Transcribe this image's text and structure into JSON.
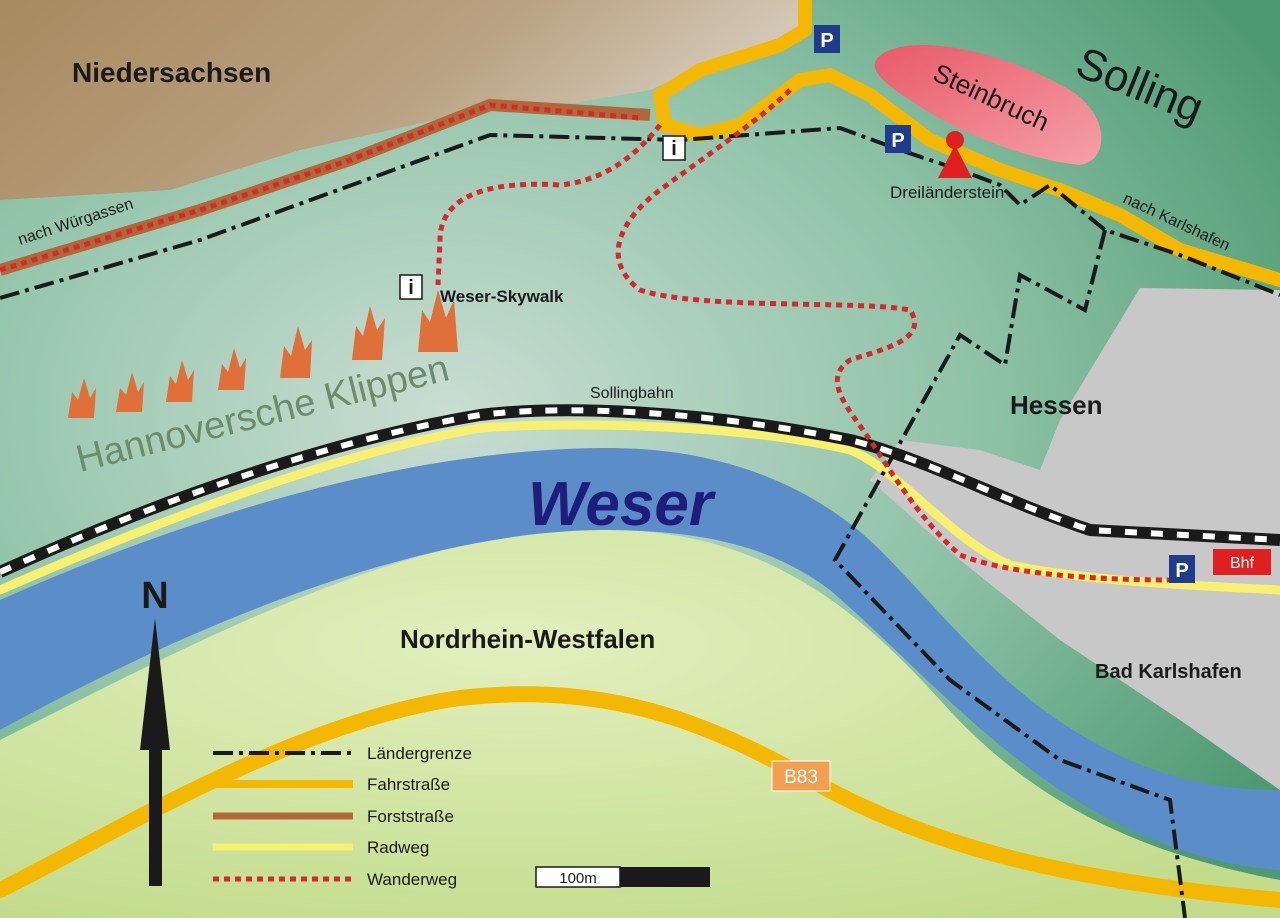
{
  "regions": {
    "niedersachsen": "Niedersachsen",
    "solling": "Solling",
    "hessen": "Hessen",
    "nrw": "Nordrhein-Westfalen",
    "bad_karlshafen": "Bad Karlshafen"
  },
  "river": {
    "name": "Weser"
  },
  "places": {
    "steinbruch": "Steinbruch",
    "dreilaenderstein": "Dreiländerstein",
    "skywalk": "Weser-Skywalk",
    "klippen": "Hannoversche Klippen"
  },
  "roads": {
    "nach_wuergassen": "nach Würgassen",
    "nach_karlshafen": "nach Karlshafen",
    "sollingbahn": "Sollingbahn",
    "b83": "B83"
  },
  "symbols": {
    "parking": "P",
    "info": "i",
    "station": "Bhf",
    "north": "N"
  },
  "legend": {
    "items": [
      {
        "label": "Ländergrenze",
        "style": "border"
      },
      {
        "label": "Fahrstraße",
        "style": "road"
      },
      {
        "label": "Forststraße",
        "style": "forest"
      },
      {
        "label": "Radweg",
        "style": "bike"
      },
      {
        "label": "Wanderweg",
        "style": "hike"
      }
    ]
  },
  "scale": {
    "label": "100m"
  },
  "colors": {
    "forest": "#7fb89a",
    "river": "#5b8ec9",
    "nrw_land": "#d4e8a4",
    "town": "#c8c8c8",
    "road": "#f5b800",
    "forest_road": "#b0683a",
    "bike": "#f8f070",
    "hike": "#d42a2a",
    "quarry": "#e8707a",
    "cliffs": "#e0703a"
  }
}
